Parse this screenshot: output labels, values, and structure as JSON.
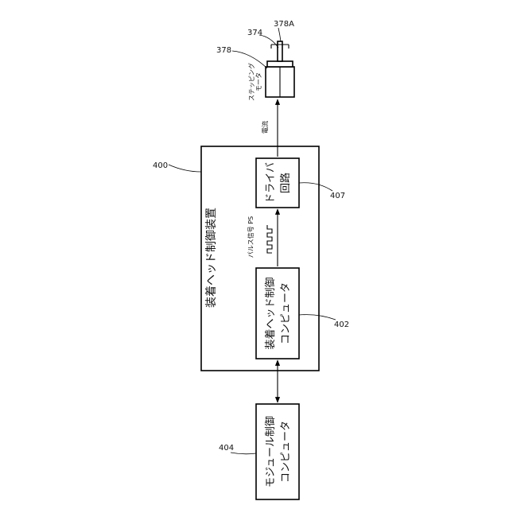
{
  "labels": {
    "outer_box_title": "装着ヘッド制御装置",
    "head_computer_line1": "装着ヘッド制御",
    "head_computer_line2": "コンピュータ",
    "driver_line1": "ドライバ",
    "driver_line2": "回路",
    "module_computer_line1": "モジュール制御",
    "module_computer_line2": "コンピュータ",
    "pulse_signal": "パルス信号 PS",
    "current": "電流",
    "motor_line1": "ステッピング",
    "motor_line2": "モータ"
  },
  "refs": {
    "outer_device": "400",
    "head_computer": "402",
    "module_computer": "404",
    "driver_circuit": "407",
    "motor": "378",
    "shaft": "374",
    "shaft_end": "378A"
  }
}
